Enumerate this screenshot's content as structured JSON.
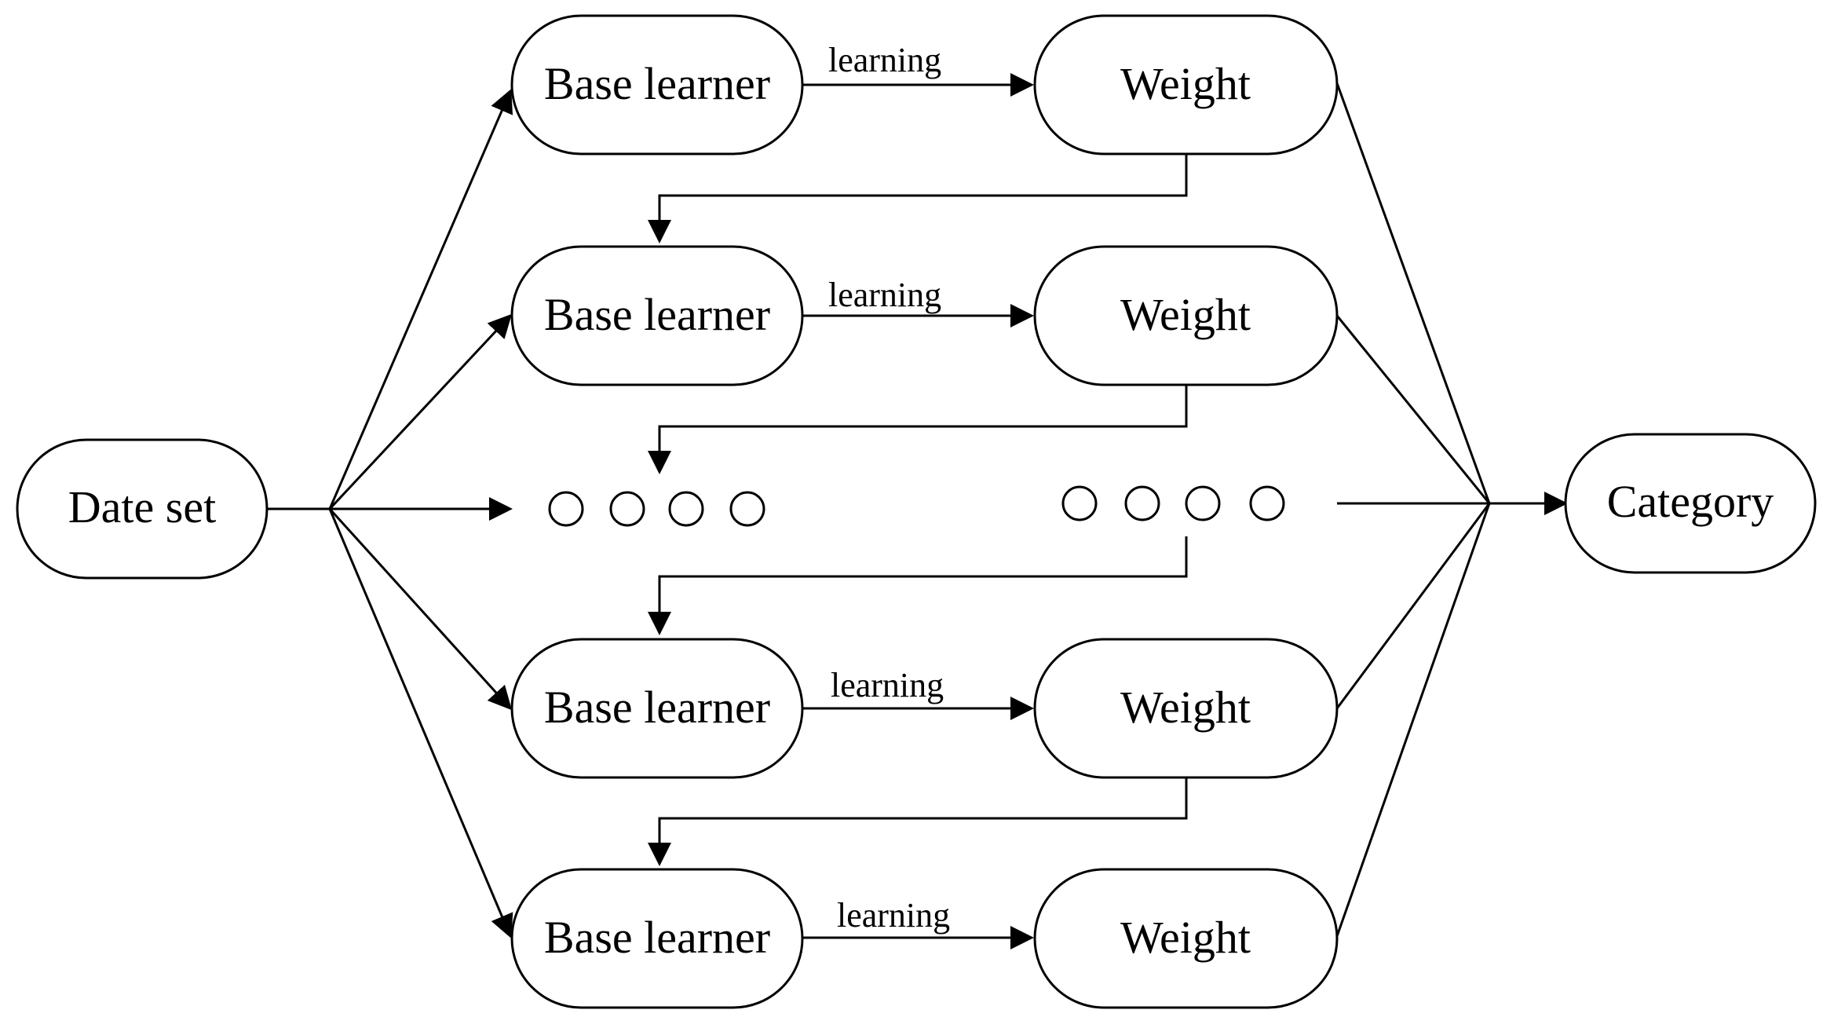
{
  "nodes": {
    "dataset": "Date set",
    "category": "Category",
    "base_learner": "Base learner",
    "weight": "Weight"
  },
  "edge_label": "learning",
  "colors": {
    "stroke": "#000000",
    "fill": "#ffffff",
    "background": "#ffffff"
  }
}
